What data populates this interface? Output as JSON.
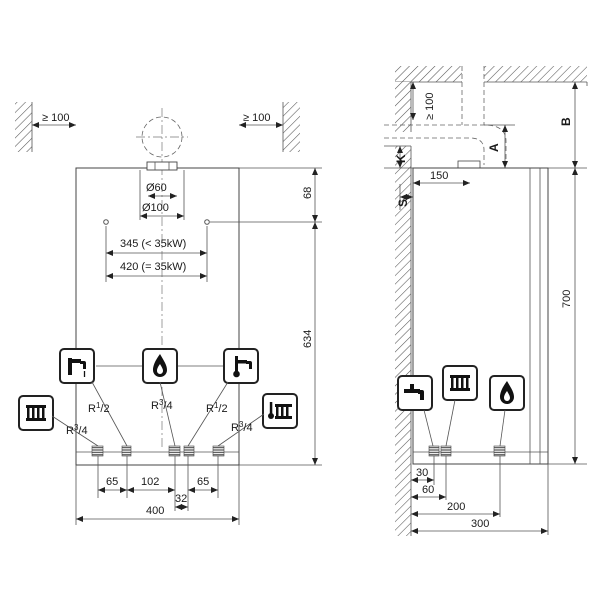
{
  "front_view": {
    "clearance_left": "≥ 100",
    "clearance_right": "≥ 100",
    "flue_outer": "Ø60",
    "flue_inner": "Ø100",
    "top_offset": "68",
    "mount_width_lt35": "345 (< 35kW)",
    "mount_width_eq35": "420 (= 35kW)",
    "height": "634",
    "conn_heating_flow": {
      "base": "R",
      "sup": "3",
      "sub": "4"
    },
    "conn_dhw_out": {
      "base": "R",
      "sup": "1",
      "sub": "2"
    },
    "conn_gas": {
      "base": "R",
      "sup": "3",
      "sub": "4"
    },
    "conn_cold_in": {
      "base": "R",
      "sup": "1",
      "sub": "2"
    },
    "conn_heating_return": {
      "base": "R",
      "sup": "3",
      "sub": "4"
    },
    "gap_1": "65",
    "gap_2": "102",
    "gap_3": "32",
    "gap_4": "65",
    "total_width": "400",
    "icons": [
      "hot-water-tap-icon",
      "flame-icon",
      "cold-water-tap-icon",
      "radiator-icon",
      "radiator-icon"
    ]
  },
  "side_view": {
    "clearance_top": "≥ 100",
    "label_b": "B",
    "label_a": "A",
    "label_k": "K",
    "label_s": "S",
    "flue_offset": "150",
    "height": "700",
    "offset_30": "30",
    "offset_60": "60",
    "offset_200": "200",
    "offset_300": "300",
    "icons": [
      "hot-water-tap-icon",
      "radiator-icon",
      "flame-icon"
    ]
  }
}
